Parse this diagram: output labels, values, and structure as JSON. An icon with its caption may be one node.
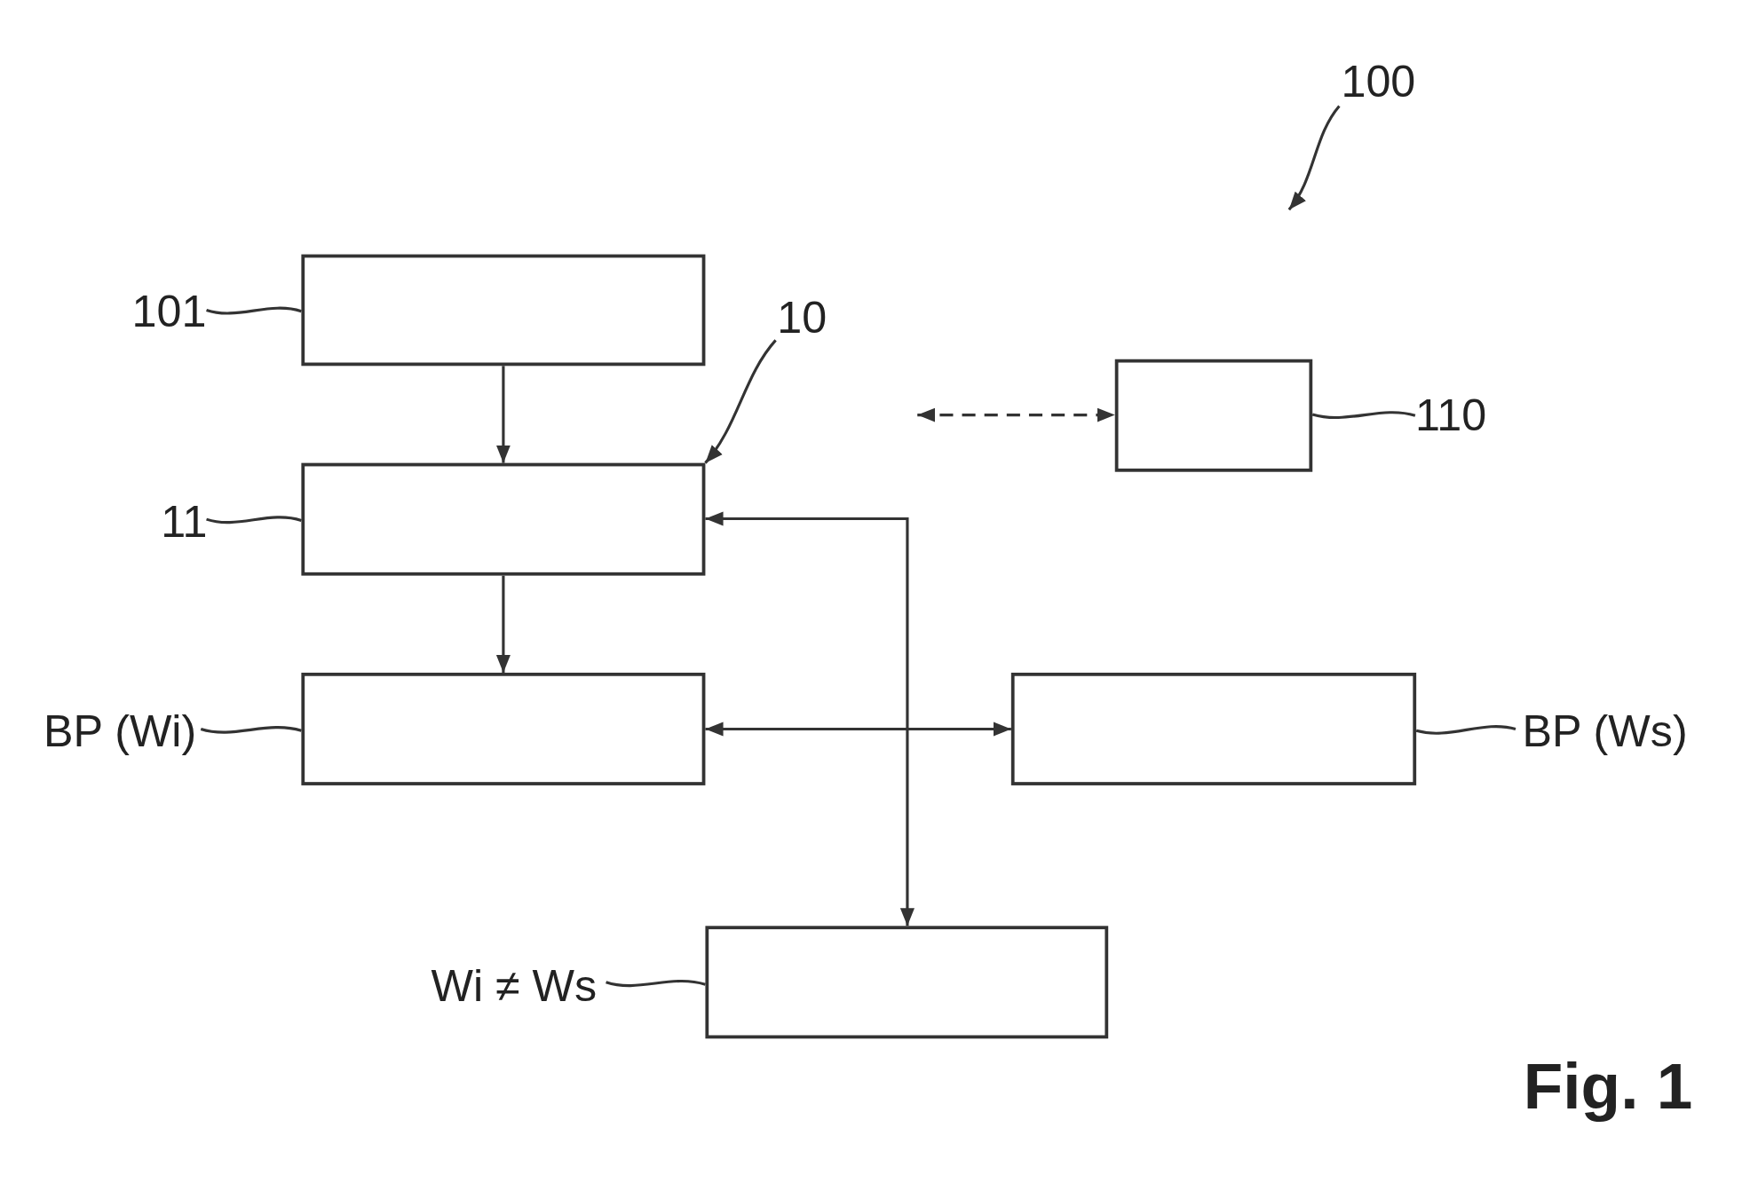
{
  "diagram": {
    "caption": "Fig. 1",
    "nodes": [
      {
        "text": [
          "100"
        ]
      },
      {
        "text": [
          "101"
        ]
      },
      {
        "text": [],
        "shape": "box"
      },
      {
        "text": [
          "10"
        ]
      },
      {
        "text": [],
        "shape": "box"
      },
      {
        "text": [
          "110"
        ]
      },
      {
        "text": [
          "11"
        ]
      },
      {
        "text": [],
        "shape": "box"
      },
      {
        "text": [
          "BP (Wi)"
        ]
      },
      {
        "text": [],
        "shape": "box"
      },
      {
        "text": [],
        "shape": "box"
      },
      {
        "text": [
          "BP (Ws)"
        ]
      },
      {
        "text": [
          "Wi ≠ Ws"
        ]
      },
      {
        "text": [],
        "shape": "box"
      }
    ],
    "edges": [
      {
        "from": 0,
        "to": null,
        "arrow": "to"
      },
      {
        "from": 1,
        "to": 2,
        "arrow": "none"
      },
      {
        "from": 3,
        "to": 7,
        "arrow": "to"
      },
      {
        "from": null,
        "to": 4,
        "arrow": "both",
        "style": "dashed"
      },
      {
        "from": 5,
        "to": 4,
        "arrow": "none"
      },
      {
        "from": 6,
        "to": 7,
        "arrow": "none"
      },
      {
        "from": 2,
        "to": 7,
        "arrow": "to"
      },
      {
        "from": 7,
        "to": 9,
        "arrow": "to"
      },
      {
        "from": 8,
        "to": 9,
        "arrow": "none"
      },
      {
        "from": 9,
        "to": 10,
        "arrow": "both"
      },
      {
        "from": 11,
        "to": 10,
        "arrow": "none"
      },
      {
        "from": 7,
        "to": 13,
        "arrow": "both"
      },
      {
        "from": 12,
        "to": 13,
        "arrow": "none"
      }
    ]
  }
}
